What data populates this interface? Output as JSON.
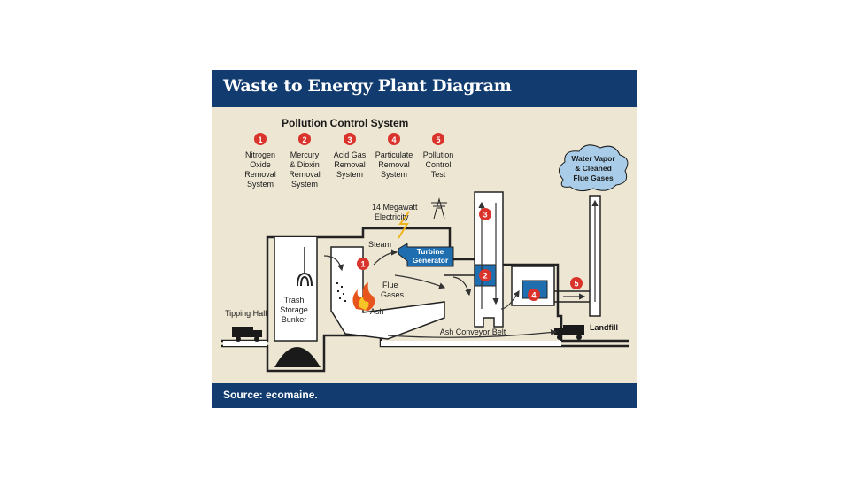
{
  "title": "Waste to Energy Plant Diagram",
  "source": "Source: ecomaine.",
  "pollution_control": {
    "heading": "Pollution Control System",
    "items": [
      {
        "num": "1",
        "l1": "Nitrogen",
        "l2": "Oxide",
        "l3": "Removal",
        "l4": "System"
      },
      {
        "num": "2",
        "l1": "Mercury",
        "l2": "& Dioxin",
        "l3": "Removal",
        "l4": "System"
      },
      {
        "num": "3",
        "l1": "Acid Gas",
        "l2": "Removal",
        "l3": "System",
        "l4": ""
      },
      {
        "num": "4",
        "l1": "Particulate",
        "l2": "Removal",
        "l3": "System",
        "l4": ""
      },
      {
        "num": "5",
        "l1": "Pollution",
        "l2": "Control",
        "l3": "Test",
        "l4": ""
      }
    ]
  },
  "labels": {
    "electricity_1": "14 Megawatt",
    "electricity_2": "Electricity",
    "steam": "Steam",
    "turbine_1": "Turbine",
    "turbine_2": "Generator",
    "flue_1": "Flue",
    "flue_2": "Gases",
    "ash": "Ash",
    "trash_1": "Trash",
    "trash_2": "Storage",
    "trash_3": "Bunker",
    "tipping_hall": "Tipping Hall",
    "ash_belt": "Ash Conveyor Belt",
    "landfill": "Landfill",
    "vapor_1": "Water Vapor",
    "vapor_2": "& Cleaned",
    "vapor_3": "Flue Gases"
  },
  "markers": {
    "m1": "1",
    "m2": "2",
    "m3": "3",
    "m4": "4",
    "m5": "5"
  },
  "colors": {
    "title_bar": "#123b6f",
    "background": "#ede6d2",
    "marker_red": "#d9332b",
    "equipment_blue": "#1f6fb0",
    "cloud": "#a9cde8"
  }
}
